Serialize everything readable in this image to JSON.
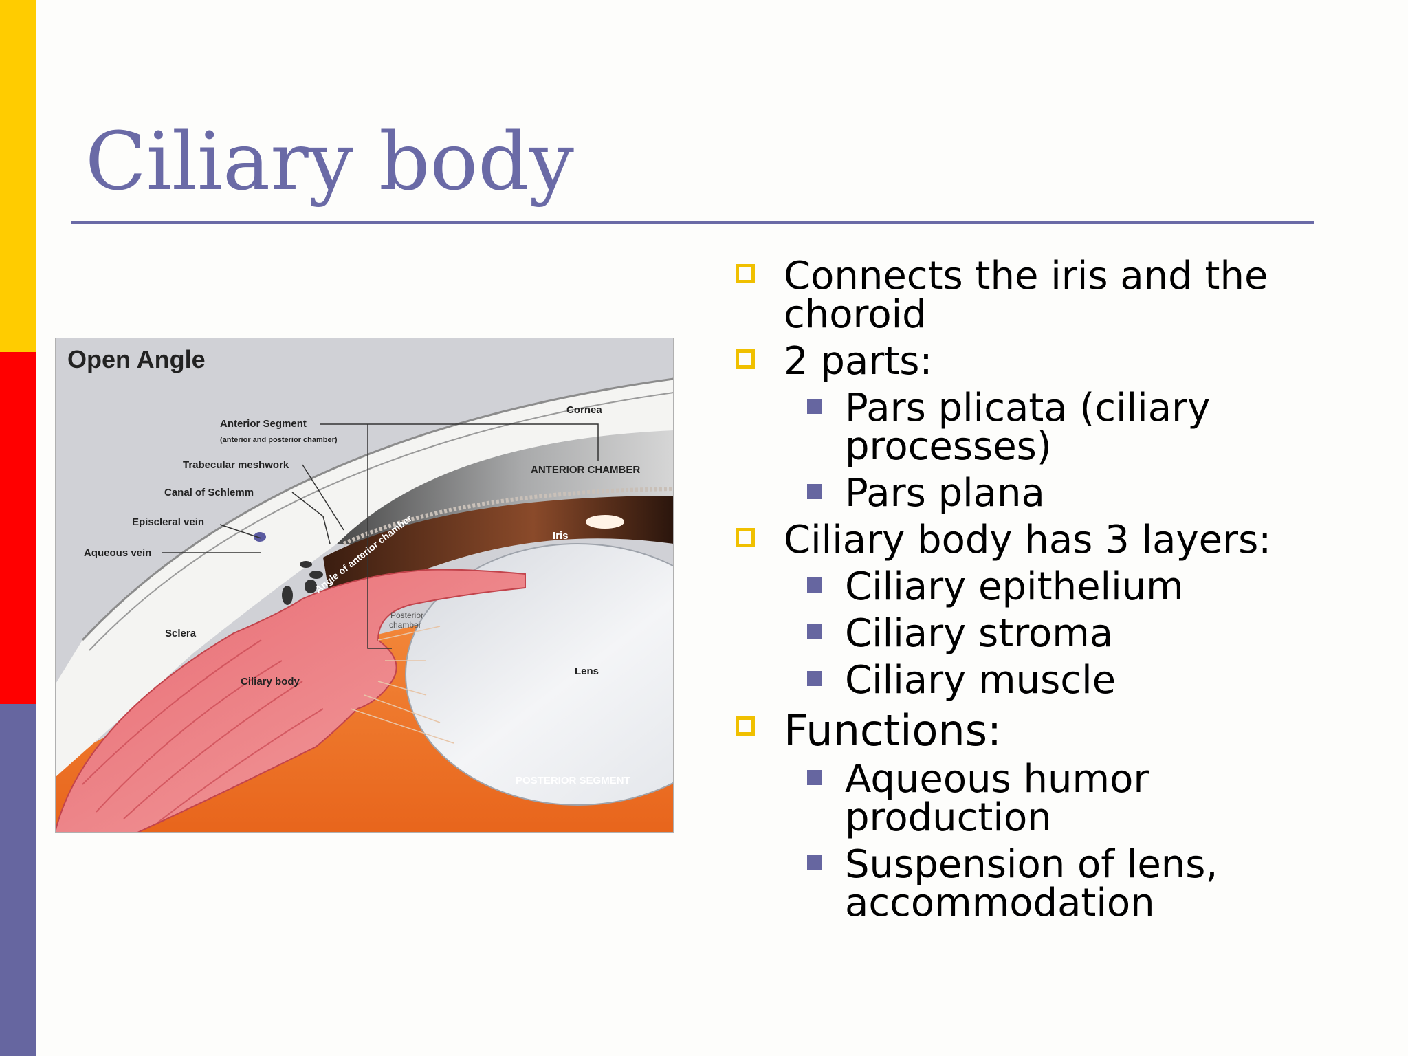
{
  "slide": {
    "title": "Ciliary body"
  },
  "figure": {
    "heading": "Open Angle",
    "labels": {
      "anterior_segment": "Anterior Segment",
      "anterior_segment_sub": "(anterior and posterior chamber)",
      "trabecular": "Trabecular meshwork",
      "canal": "Canal of Schlemm",
      "episcleral": "Episcleral vein",
      "aqueous_vein": "Aqueous vein",
      "sclera": "Sclera",
      "ciliary_body": "Ciliary body",
      "cornea": "Cornea",
      "anterior_chamber": "ANTERIOR CHAMBER",
      "angle": "Angle of anterior chamber",
      "iris": "Iris",
      "posterior_chamber_1": "Posterior",
      "posterior_chamber_2": "chamber",
      "lens": "Lens",
      "posterior_segment": "POSTERIOR SEGMENT"
    }
  },
  "bullets": {
    "b1_line1": "Connects the iris and the",
    "b1_line2": "choroid",
    "b2": "2 parts:",
    "b2_s1_line1": "Pars plicata (ciliary",
    "b2_s1_line2": "processes)",
    "b2_s2": "Pars plana",
    "b3": "Ciliary body has 3 layers:",
    "b3_s1": "Ciliary epithelium",
    "b3_s2": "Ciliary stroma",
    "b3_s3": "Ciliary muscle",
    "b4": "Functions:",
    "b4_s1_line1": "Aqueous humor",
    "b4_s1_line2": "production",
    "b4_s2_line1": "Suspension of lens,",
    "b4_s2_line2": "accommodation"
  }
}
